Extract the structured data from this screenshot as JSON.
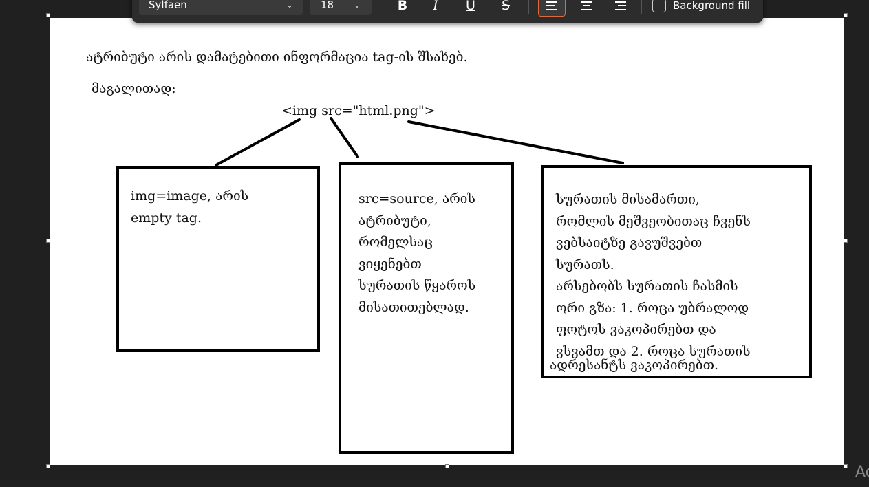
{
  "toolbar": {
    "font_family": "Sylfaen",
    "font_size": "18",
    "bold_label": "B",
    "italic_label": "I",
    "underline_label": "U",
    "strikethrough_label": "S",
    "background_fill_label": "Background fill",
    "background_fill_checked": false,
    "active_alignment": "left",
    "accent_color": "#e06a3a"
  },
  "document": {
    "line1": "ატრიბუტი არის დამატებითი ინფორმაცია tag-ის შსახებ.",
    "line2": "მაგალითად:",
    "code_example": "<img src=\"html.png\">",
    "box1_text": "img=image, არის\nempty tag.",
    "box2_text": "src=source, არის\nატრიბუტი,\nრომელსაც\nვიყენებთ\nსურათის წყაროს\nმისათითებლად.",
    "box3_text": "სურათის მისამართი,\nრომლის მეშვეობითაც ჩვენს\nვებსაიტზე გავუშვებთ\nსურათს.\nარსებობს სურათის ჩასმის\nორი გზა: 1. როცა უბრალოდ\nფოტოს ვაკოპირებთ და\nვსვამთ და 2. როცა სურათის",
    "box3_last_line": "ადრესანტს ვაკოპირებთ."
  },
  "corner_text": "Ac"
}
